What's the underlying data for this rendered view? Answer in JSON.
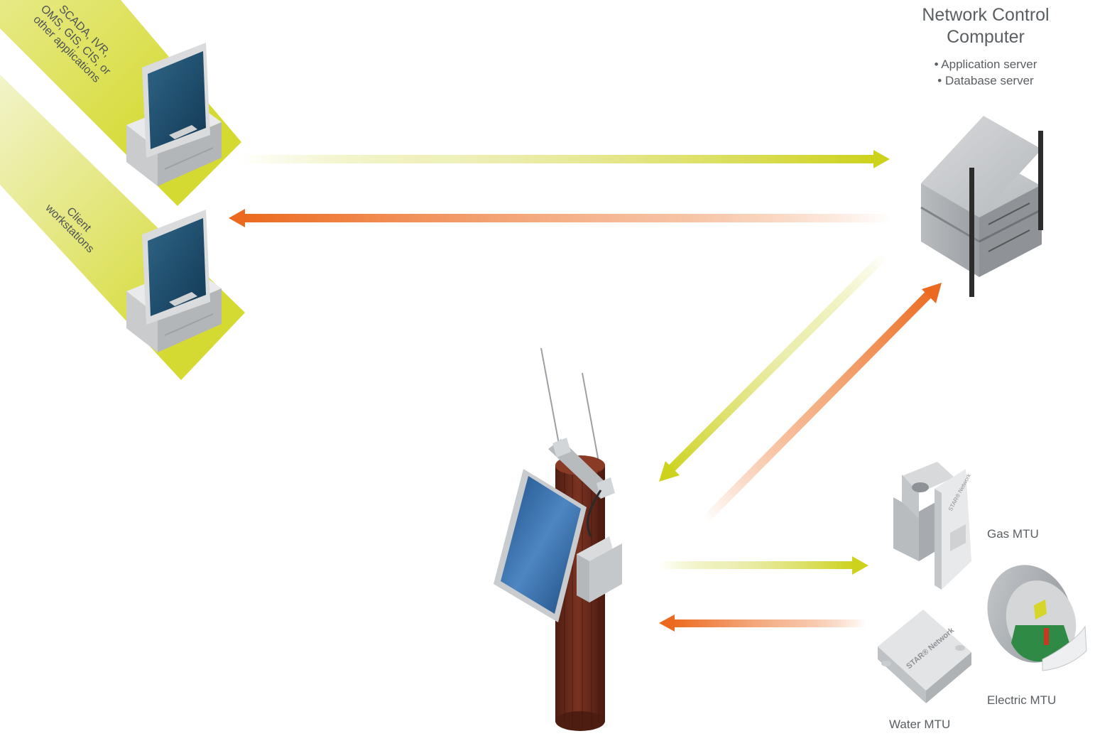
{
  "network_control": {
    "title_line1": "Network Control",
    "title_line2": "Computer",
    "bullets": [
      "• Application server",
      "• Database server"
    ]
  },
  "bands": {
    "applications": [
      "SCADA, IVR,",
      "OMS, GIS, CIS, or",
      "other applications"
    ],
    "workstations": [
      "Client",
      "workstations"
    ]
  },
  "devices": {
    "gas": "Gas MTU",
    "electric": "Electric MTU",
    "water": "Water MTU"
  },
  "device_markings": {
    "network": "STAR® Network"
  },
  "colors": {
    "band": "#d7dc3b",
    "arrow_yellow": "#cdd21c",
    "arrow_orange": "#ec6a1f",
    "pole": "#6b2a1b",
    "panel": "#2f6aa8",
    "screen": "#1d4e73"
  }
}
